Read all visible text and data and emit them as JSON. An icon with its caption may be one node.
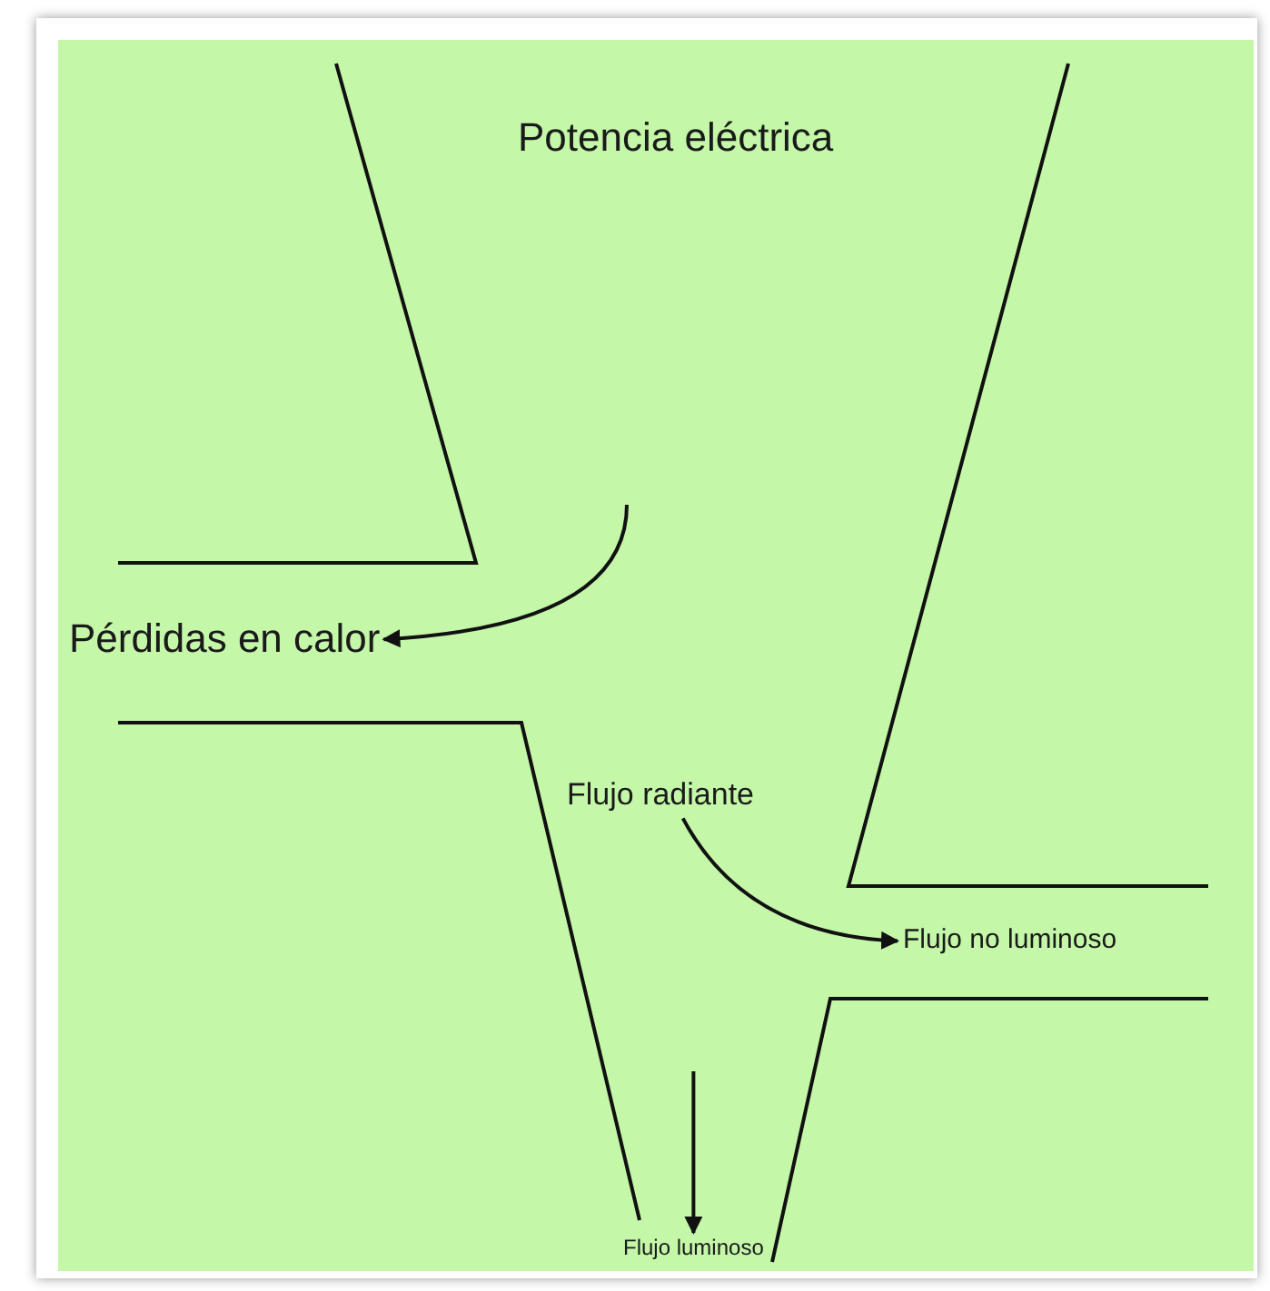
{
  "diagram": {
    "nodes": [
      {
        "text": [
          "Potencia eléctrica"
        ]
      },
      {
        "text": [
          "Pérdidas en calor"
        ]
      },
      {
        "text": [
          "Flujo radiante"
        ]
      },
      {
        "text": [
          "Flujo no luminoso"
        ]
      },
      {
        "text": [
          "Flujo luminoso"
        ]
      }
    ],
    "edges": [
      {
        "from": null,
        "to": 1,
        "arrow": "to"
      },
      {
        "from": 2,
        "to": 3,
        "arrow": "to"
      },
      {
        "from": null,
        "to": 4,
        "arrow": "to"
      }
    ]
  }
}
